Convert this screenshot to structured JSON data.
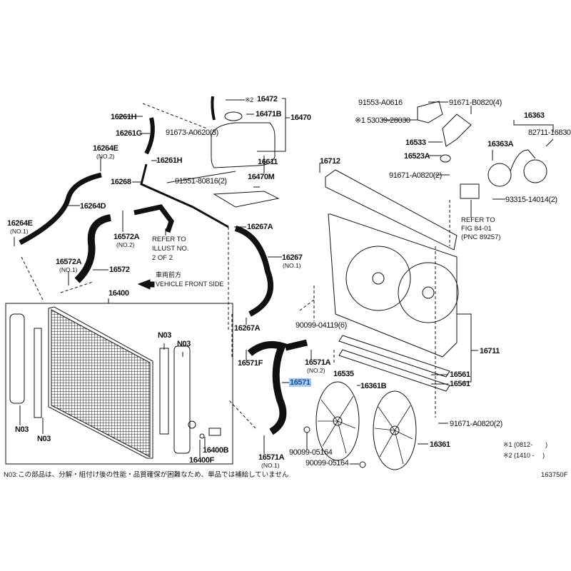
{
  "labels": {
    "p16472_mark": "※2",
    "p16472": "16472",
    "p16471B": "16471B",
    "p16470": "16470",
    "p16261H_a": "16261H",
    "p16261G": "16261G",
    "p91673": "91673-A0620(3)",
    "p16264E_a": "16264E",
    "p16264E_a_sub": "(NO.2)",
    "p16261H_b": "16261H",
    "p16611": "16611",
    "p16470M": "16470M",
    "p16268": "16268",
    "p91551": "91551-80816(2)",
    "p16264D": "16264D",
    "p16264E_b": "16264E",
    "p16264E_b_sub": "(NO.1)",
    "p16572A_a": "16572A",
    "p16572A_a_sub": "(NO.2)",
    "refer_illust": [
      "REFER TO",
      "ILLUST NO.",
      "2 OF 2"
    ],
    "p16267A_a": "16267A",
    "p16267": "16267",
    "p16267_sub": "(NO.1)",
    "p16572A_b": "16572A",
    "p16572A_b_sub": "(NO.1)",
    "p16572": "16572",
    "front_jp": "車両前方",
    "front_en": "VEHICLE FRONT SIDE",
    "p16400": "16400",
    "p91553": "91553-A0616",
    "p91671B": "91671-B0820(4)",
    "p53039": "※1 53039-28030",
    "p16363": "16363",
    "p82711": "82711-16830",
    "p16533": "16533",
    "p16363A": "16363A",
    "p16523A": "16523A",
    "p16712": "16712",
    "p91671A_a": "91671-A0820(2)",
    "p93315": "93315-14014(2)",
    "refer_fig": [
      "REFER TO",
      "FIG 84-01",
      "(PNC 89257)"
    ],
    "p90099_04119": "90099-04119(6)",
    "p16267A_b": "16267A",
    "p16711": "16711",
    "p16571F": "16571F",
    "p16571A_a": "16571A",
    "p16571A_a_sub": "(NO.2)",
    "p16535": "16535",
    "p16561_a": "16561",
    "p16561_b": "16561",
    "p16571": "16571",
    "p16361B": "16361B",
    "n03_a": "N03",
    "n03_b": "N03",
    "n03_c": "N03",
    "n03_d": "N03",
    "p16400B": "16400B",
    "p16400F": "16400F",
    "p91671A_b": "91671-A0820(2)",
    "p16361": "16361",
    "p90099_05164_a": "90099-05164",
    "p90099_05164_b": "90099-05164",
    "p16571A_b": "16571A",
    "p16571A_b_sub": "(NO.1)"
  },
  "legend": {
    "note1": "※1 (0812-　　)",
    "note2": "※2 (1410 -　 )"
  },
  "footnote": "N03:この部品は、分解・組付け後の性能・品質確保が困難なため、単品では補給していません",
  "figure_id": "163750F",
  "colors": {
    "highlight": "#a8c8f0",
    "highlight_text": "#1a4fa0",
    "line": "#111111"
  }
}
